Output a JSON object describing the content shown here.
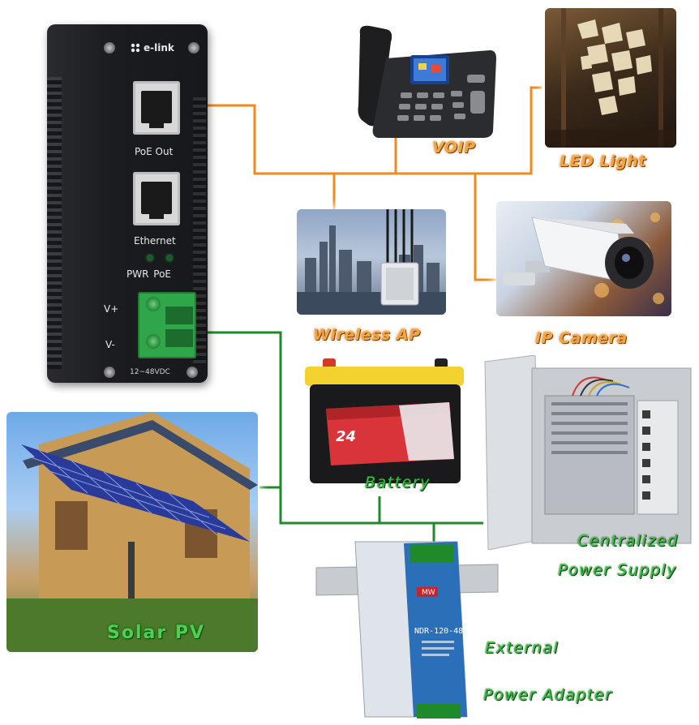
{
  "device": {
    "brand": "e-link",
    "port_out_label": "PoE Out",
    "port_in_label": "Ethernet",
    "led_labels": "PWR PoE",
    "terminal_plus": "V+",
    "terminal_minus": "V-",
    "voltage_range": "12~48VDC"
  },
  "loads": {
    "voip": "VOIP",
    "led_light": "LED Light",
    "wireless_ap": "Wireless AP",
    "ip_camera": "IP Camera"
  },
  "sources": {
    "battery": "Battery",
    "battery_number": "24",
    "centralized_line1": "Centralized",
    "centralized_line2": "Power Supply",
    "solar": "Solar PV",
    "adapter_line1": "External",
    "adapter_line2": "Power Adapter",
    "adapter_model": "NDR-120-48",
    "adapter_brand": "MW"
  },
  "colors": {
    "poe_line": "#f08a1c",
    "power_line": "#1f8a2a",
    "device_body": "#1b1c20",
    "terminal_block": "#2fa64a"
  }
}
